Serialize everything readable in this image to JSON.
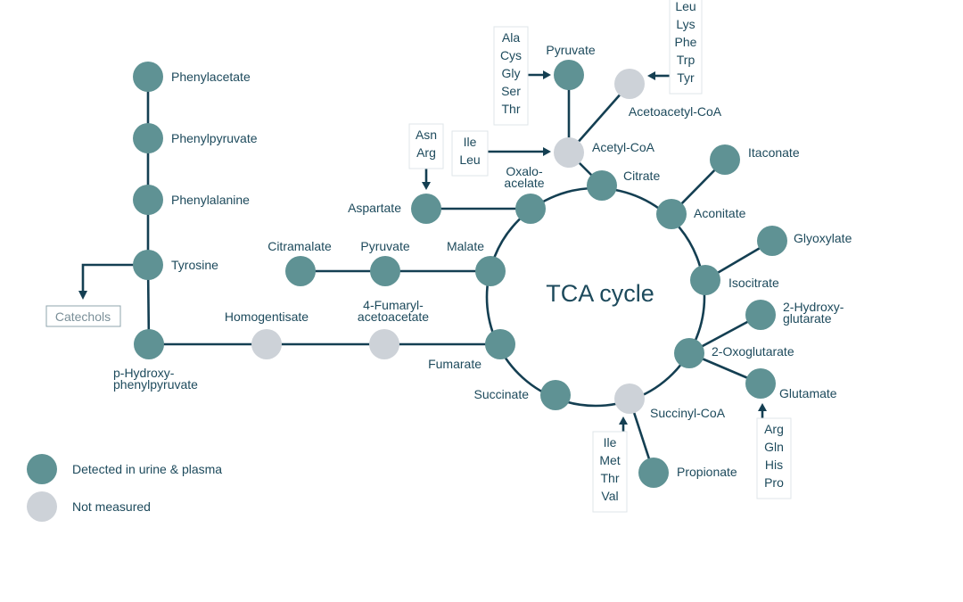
{
  "title": "TCA cycle",
  "colors": {
    "detected": "#5f9294",
    "not_measured": "#cdd2d8",
    "line": "#143f52",
    "text": "#1d4a5c"
  },
  "legend": [
    {
      "status": "detected",
      "label": "Detected in urine & plasma"
    },
    {
      "status": "not_measured",
      "label": "Not measured"
    }
  ],
  "nodes": {
    "phenylacetate": {
      "label": [
        "Phenylacetate"
      ],
      "status": "detected"
    },
    "phenylpyruvate": {
      "label": [
        "Phenylpyruvate"
      ],
      "status": "detected"
    },
    "phenylalanine": {
      "label": [
        "Phenylalanine"
      ],
      "status": "detected"
    },
    "tyrosine": {
      "label": [
        "Tyrosine"
      ],
      "status": "detected"
    },
    "p_hydroxyphenylpyruvate": {
      "label": [
        "p-Hydroxy-",
        "phenylpyruvate"
      ],
      "status": "detected"
    },
    "homogentisate": {
      "label": [
        "Homogentisate"
      ],
      "status": "not_measured"
    },
    "fumarylacetoacetate": {
      "label": [
        "4-Fumaryl-",
        "acetoacetate"
      ],
      "status": "not_measured"
    },
    "citramalate": {
      "label": [
        "Citramalate"
      ],
      "status": "detected"
    },
    "pyruvate_left": {
      "label": [
        "Pyruvate"
      ],
      "status": "detected"
    },
    "malate": {
      "label": [
        "Malate"
      ],
      "status": "detected"
    },
    "aspartate": {
      "label": [
        "Aspartate"
      ],
      "status": "detected"
    },
    "oxaloacetate": {
      "label": [
        "Oxalo-",
        "acelate"
      ],
      "status": "detected"
    },
    "pyruvate_top": {
      "label": [
        "Pyruvate"
      ],
      "status": "detected"
    },
    "acetyl_coa": {
      "label": [
        "Acetyl-CoA"
      ],
      "status": "not_measured"
    },
    "acetoacetyl_coa": {
      "label": [
        "Acetoacetyl-CoA"
      ],
      "status": "not_measured"
    },
    "citrate": {
      "label": [
        "Citrate"
      ],
      "status": "detected"
    },
    "itaconate": {
      "label": [
        "Itaconate"
      ],
      "status": "detected"
    },
    "aconitate": {
      "label": [
        "Aconitate"
      ],
      "status": "detected"
    },
    "glyoxylate": {
      "label": [
        "Glyoxylate"
      ],
      "status": "detected"
    },
    "isocitrate": {
      "label": [
        "Isocitrate"
      ],
      "status": "detected"
    },
    "hydroxyglutarate": {
      "label": [
        "2-Hydroxy-",
        "glutarate"
      ],
      "status": "detected"
    },
    "oxoglutarate": {
      "label": [
        "2-Oxoglutarate"
      ],
      "status": "detected"
    },
    "glutamate": {
      "label": [
        "Glutamate"
      ],
      "status": "detected"
    },
    "succinyl_coa": {
      "label": [
        "Succinyl-CoA"
      ],
      "status": "not_measured"
    },
    "propionate": {
      "label": [
        "Propionate"
      ],
      "status": "detected"
    },
    "succinate": {
      "label": [
        "Succinate"
      ],
      "status": "detected"
    },
    "fumarate": {
      "label": [
        "Fumarate"
      ],
      "status": "detected"
    }
  },
  "edges": [
    [
      "phenylacetate",
      "phenylpyruvate"
    ],
    [
      "phenylpyruvate",
      "phenylalanine"
    ],
    [
      "phenylalanine",
      "tyrosine"
    ],
    [
      "tyrosine",
      "p_hydroxyphenylpyruvate"
    ],
    [
      "p_hydroxyphenylpyruvate",
      "homogentisate"
    ],
    [
      "homogentisate",
      "fumarylacetoacetate"
    ],
    [
      "fumarylacetoacetate",
      "fumarate"
    ],
    [
      "citramalate",
      "pyruvate_left"
    ],
    [
      "pyruvate_left",
      "malate"
    ],
    [
      "aspartate",
      "oxaloacetate"
    ],
    [
      "pyruvate_top",
      "acetyl_coa"
    ],
    [
      "acetoacetyl_coa",
      "acetyl_coa"
    ],
    [
      "acetyl_coa",
      "citrate"
    ],
    [
      "aconitate",
      "itaconate"
    ],
    [
      "isocitrate",
      "glyoxylate"
    ],
    [
      "oxoglutarate",
      "hydroxyglutarate"
    ],
    [
      "oxoglutarate",
      "glutamate"
    ],
    [
      "succinyl_coa",
      "propionate"
    ]
  ],
  "cycle_order": [
    "oxaloacetate",
    "citrate",
    "aconitate",
    "isocitrate",
    "oxoglutarate",
    "succinyl_coa",
    "succinate",
    "fumarate",
    "malate"
  ],
  "amino_acid_inputs": [
    {
      "id": "to_pyruvate",
      "amino_acids": [
        "Ala",
        "Cys",
        "Gly",
        "Ser",
        "Thr"
      ],
      "target": "pyruvate_top"
    },
    {
      "id": "to_acetoacetyl",
      "amino_acids": [
        "Leu",
        "Lys",
        "Phe",
        "Trp",
        "Tyr"
      ],
      "target": "acetoacetyl_coa"
    },
    {
      "id": "to_aspartate",
      "amino_acids": [
        "Asn",
        "Arg"
      ],
      "target": "aspartate"
    },
    {
      "id": "to_acetyl",
      "amino_acids": [
        "Ile",
        "Leu"
      ],
      "target": "acetyl_coa"
    },
    {
      "id": "to_succinyl",
      "amino_acids": [
        "Ile",
        "Met",
        "Thr",
        "Val"
      ],
      "target": "succinyl_coa"
    },
    {
      "id": "to_glutamate",
      "amino_acids": [
        "Arg",
        "Gln",
        "His",
        "Pro"
      ],
      "target": "glutamate"
    }
  ],
  "outputs": [
    {
      "id": "catechols",
      "label": "Catechols",
      "source": "tyrosine"
    }
  ]
}
